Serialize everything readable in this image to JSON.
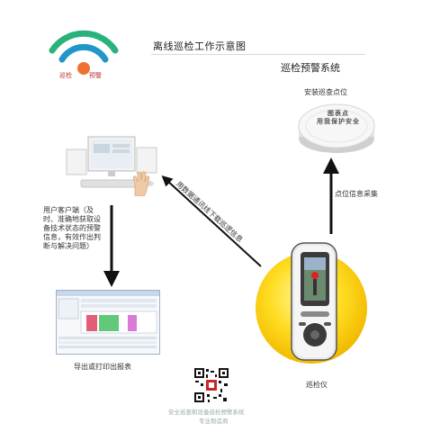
{
  "logo": {
    "text_left": "巡检",
    "text_right": "预警",
    "colors": [
      "#2ab27b",
      "#2196c9",
      "#f07030"
    ]
  },
  "header": {
    "title": "离线巡检工作示意图",
    "subtitle": "巡检预警系统"
  },
  "nodes": {
    "checkpoint": {
      "label": "安装巡查点位",
      "disc_text": [
        "图",
        "表",
        "点",
        "用",
        "我",
        "保",
        "护",
        "安",
        "全"
      ]
    },
    "client": {
      "label": "用户客户端（及时、准确地获取设备技术状态的预警信息，有效作出判断与解决问题）"
    },
    "report": {
      "label": "导出或打印出报表"
    },
    "device": {
      "label": "巡检仪"
    }
  },
  "edges": {
    "collect": "点位信息采集",
    "download": "用数据通讯线下载巡逻信息"
  },
  "footer": {
    "line1": "安全巡查和设备巡检预警系统",
    "line2": "专业制造商"
  }
}
